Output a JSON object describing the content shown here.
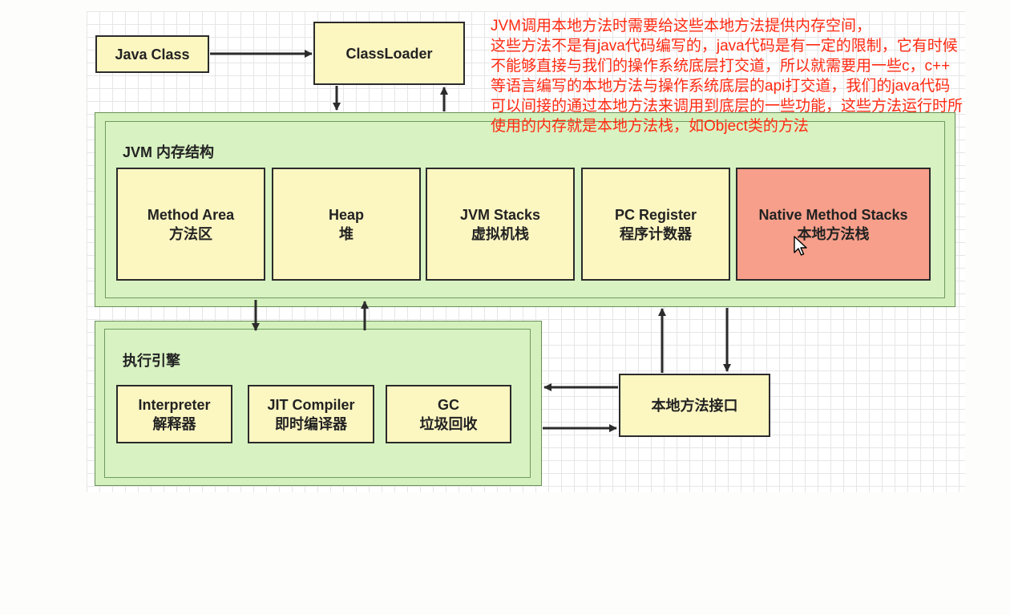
{
  "nodes": {
    "java_class": "Java Class",
    "classloader": "ClassLoader",
    "native_interface": "本地方法接口"
  },
  "jvm_memory": {
    "title": "JVM 内存结构",
    "areas": [
      {
        "en": "Method Area",
        "zh": "方法区"
      },
      {
        "en": "Heap",
        "zh": "堆"
      },
      {
        "en": "JVM Stacks",
        "zh": "虚拟机栈"
      },
      {
        "en": "PC Register",
        "zh": "程序计数器"
      },
      {
        "en": "Native Method Stacks",
        "zh": "本地方法栈"
      }
    ]
  },
  "engine": {
    "title": "执行引擎",
    "parts": [
      {
        "en": "Interpreter",
        "zh": "解释器"
      },
      {
        "en": "JIT Compiler",
        "zh": "即时编译器"
      },
      {
        "en": "GC",
        "zh": "垃圾回收"
      }
    ]
  },
  "annotation": {
    "lines": [
      "JVM调用本地方法时需要给这些本地方法提供内存空间，",
      "这些方法不是有java代码编写的，java代码是有一定的限制，它有时候",
      "不能够直接与我们的操作系统底层打交道，所以就需要用一些c，c++",
      "等语言编写的本地方法与操作系统底层的api打交道，我们的java代码",
      "可以间接的通过本地方法来调用到底层的一些功能，这些方法运行时所",
      "使用的内存就是本地方法栈，如Object类的方法"
    ]
  },
  "colors": {
    "box_fill": "#fcf6c1",
    "region_fill": "#d4f0bc",
    "highlight_fill": "#f79f8a",
    "annotation_text": "#ff2a12",
    "arrow": "#2b2b2b"
  },
  "icons": {
    "cursor": "mouse-pointer-icon"
  }
}
